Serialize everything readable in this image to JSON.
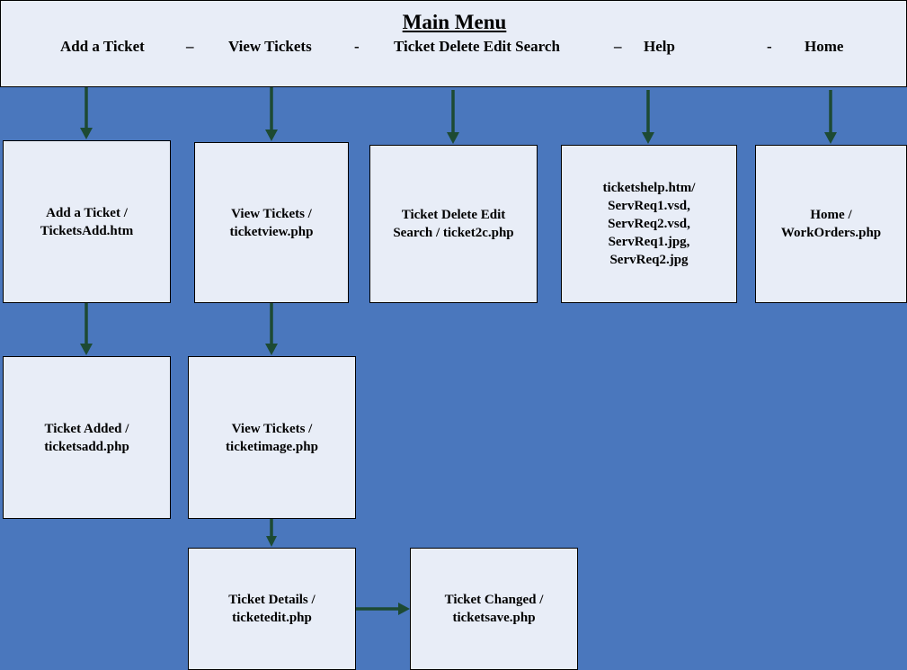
{
  "header": {
    "title": "Main Menu",
    "items": [
      "Add a Ticket",
      "View Tickets",
      "Ticket Delete Edit Search",
      "Help",
      "Home"
    ],
    "separators": [
      "–",
      "-",
      "–",
      "-"
    ]
  },
  "nodes": {
    "add_ticket": "Add a Ticket /\nTicketsAdd.htm",
    "view_tickets": "View Tickets /\nticketview.php",
    "delete_edit_search": "Ticket Delete Edit\nSearch  / ticket2c.php",
    "help": "ticketshelp.htm/\nServReq1.vsd,\nServReq2.vsd,\nServReq1.jpg,\nServReq2.jpg",
    "home": "Home /\nWorkOrders.php",
    "ticket_added": "Ticket Added /\nticketsadd.php",
    "view_tickets_image": "View Tickets /\nticketimage.php",
    "ticket_details": "Ticket Details /\nticketedit.php",
    "ticket_changed": "Ticket Changed /\nticketsave.php"
  },
  "colors": {
    "background": "#4a77bd",
    "box_fill": "#e8edf7",
    "arrow": "#1d4a33"
  }
}
